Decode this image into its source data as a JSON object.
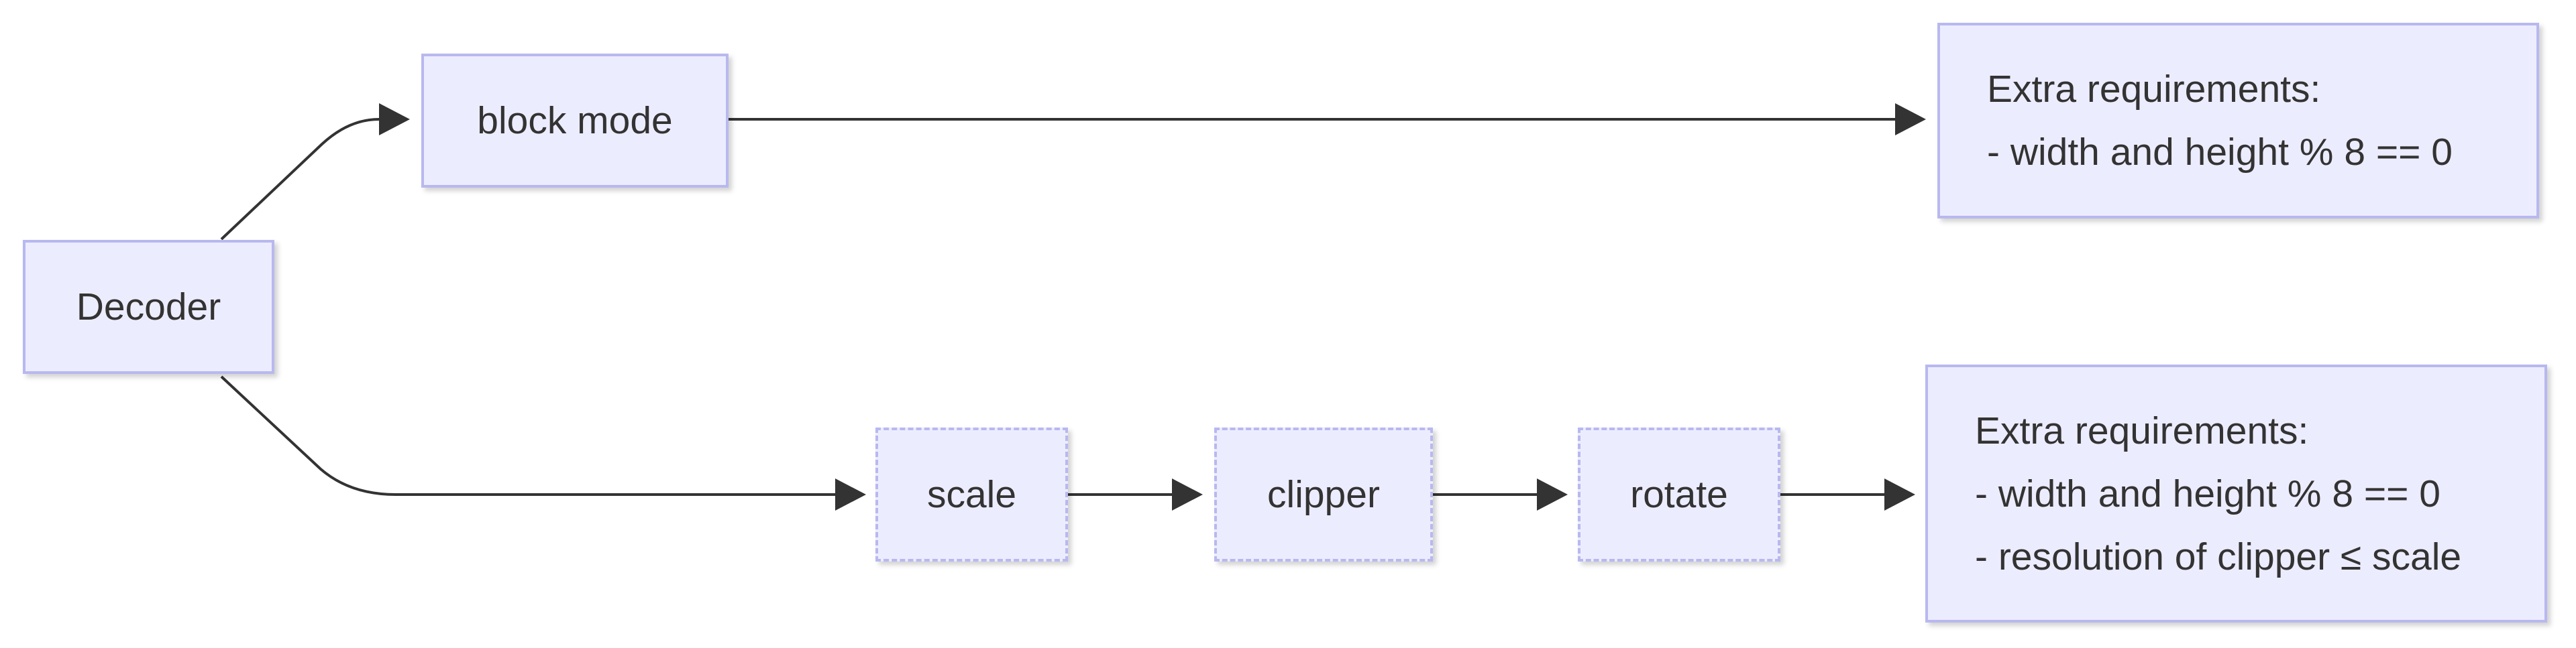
{
  "diagram": {
    "nodes": {
      "decoder": "Decoder",
      "block_mode": "block mode",
      "scale": "scale",
      "clipper": "clipper",
      "rotate": "rotate"
    },
    "notes": {
      "top": {
        "title": "Extra requirements:",
        "lines": [
          "- width and height % 8 == 0"
        ]
      },
      "bottom": {
        "title": "Extra requirements:",
        "lines": [
          "- width and height % 8 == 0",
          "- resolution of clipper ≤ scale"
        ]
      }
    },
    "colors": {
      "node_fill": "#ececff",
      "node_border": "#b8b8f0",
      "edge": "#333333",
      "text": "#333333"
    }
  }
}
